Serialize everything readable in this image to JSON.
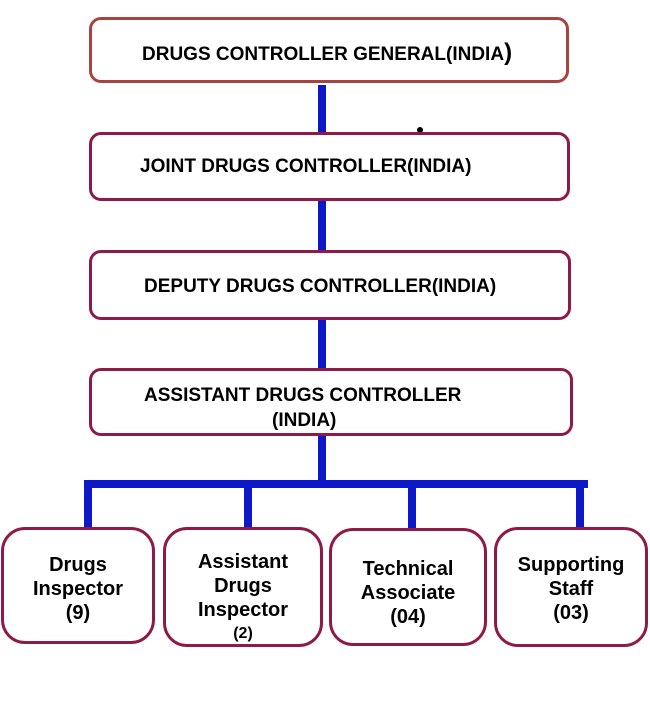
{
  "colors": {
    "connector": "#0d18c9",
    "box_border": "#8e1a4a",
    "top_box_border": "#a8443f",
    "text": "#000000"
  },
  "levels": [
    {
      "label": "DRUGS CONTROLLER GENERAL(INDIA",
      "label_end": ")"
    },
    {
      "label": "JOINT DRUGS CONTROLLER(INDIA)"
    },
    {
      "label": "DEPUTY DRUGS CONTROLLER(INDIA)"
    },
    {
      "label_line1": "ASSISTANT DRUGS CONTROLLER",
      "label_line2": "(INDIA)"
    }
  ],
  "units": [
    {
      "line1": "Drugs",
      "line2": "Inspector",
      "count": "(9)"
    },
    {
      "line1": "Assistant",
      "line2": "Drugs",
      "line3": "Inspector",
      "count": "(2)"
    },
    {
      "line1": "Technical",
      "line2": "Associate",
      "count": "(04)"
    },
    {
      "line1": "Supporting",
      "line2": "Staff",
      "count": "(03)"
    }
  ]
}
